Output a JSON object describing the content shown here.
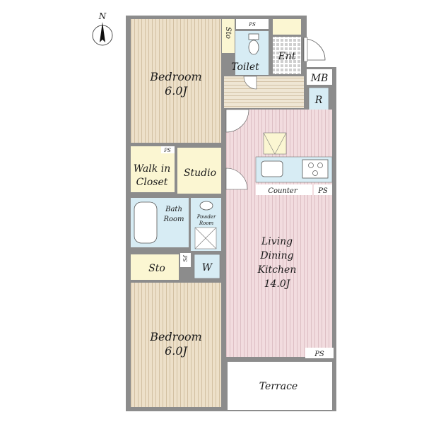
{
  "compass": {
    "label": "N"
  },
  "rooms": {
    "bedroom_top": {
      "name": "Bedroom",
      "size": "6.0J"
    },
    "bedroom_bottom": {
      "name": "Bedroom",
      "size": "6.0J"
    },
    "storage_top": "Sto",
    "storage_left": "Sto",
    "toilet": "Toilet",
    "entrance": "Ent",
    "meter_box": "MB",
    "refrigerator": "R",
    "walk_in_closet": {
      "line1": "Walk in",
      "line2": "Closet"
    },
    "studio": "Studio",
    "bathroom": {
      "line1": "Bath",
      "line2": "Room"
    },
    "powder_room": {
      "line1": "Powder",
      "line2": "Room"
    },
    "washer": "W",
    "counter": "Counter",
    "ldk": {
      "line1": "Living",
      "line2": "Dining",
      "line3": "Kitchen",
      "size": "14.0J"
    },
    "terrace": "Terrace"
  },
  "pipe_spaces": {
    "top": "PS",
    "closet": "PS",
    "bath": "PS",
    "counter": "PS",
    "ldk": "PS"
  },
  "colors": {
    "wall": "#8c8c8c",
    "bedroom_floor": "#ede0c9",
    "ldk_floor": "#f2dcdf",
    "yellow_room": "#fbf6d2",
    "wet_area": "#d7ecf4",
    "terrace": "#ffffff"
  }
}
